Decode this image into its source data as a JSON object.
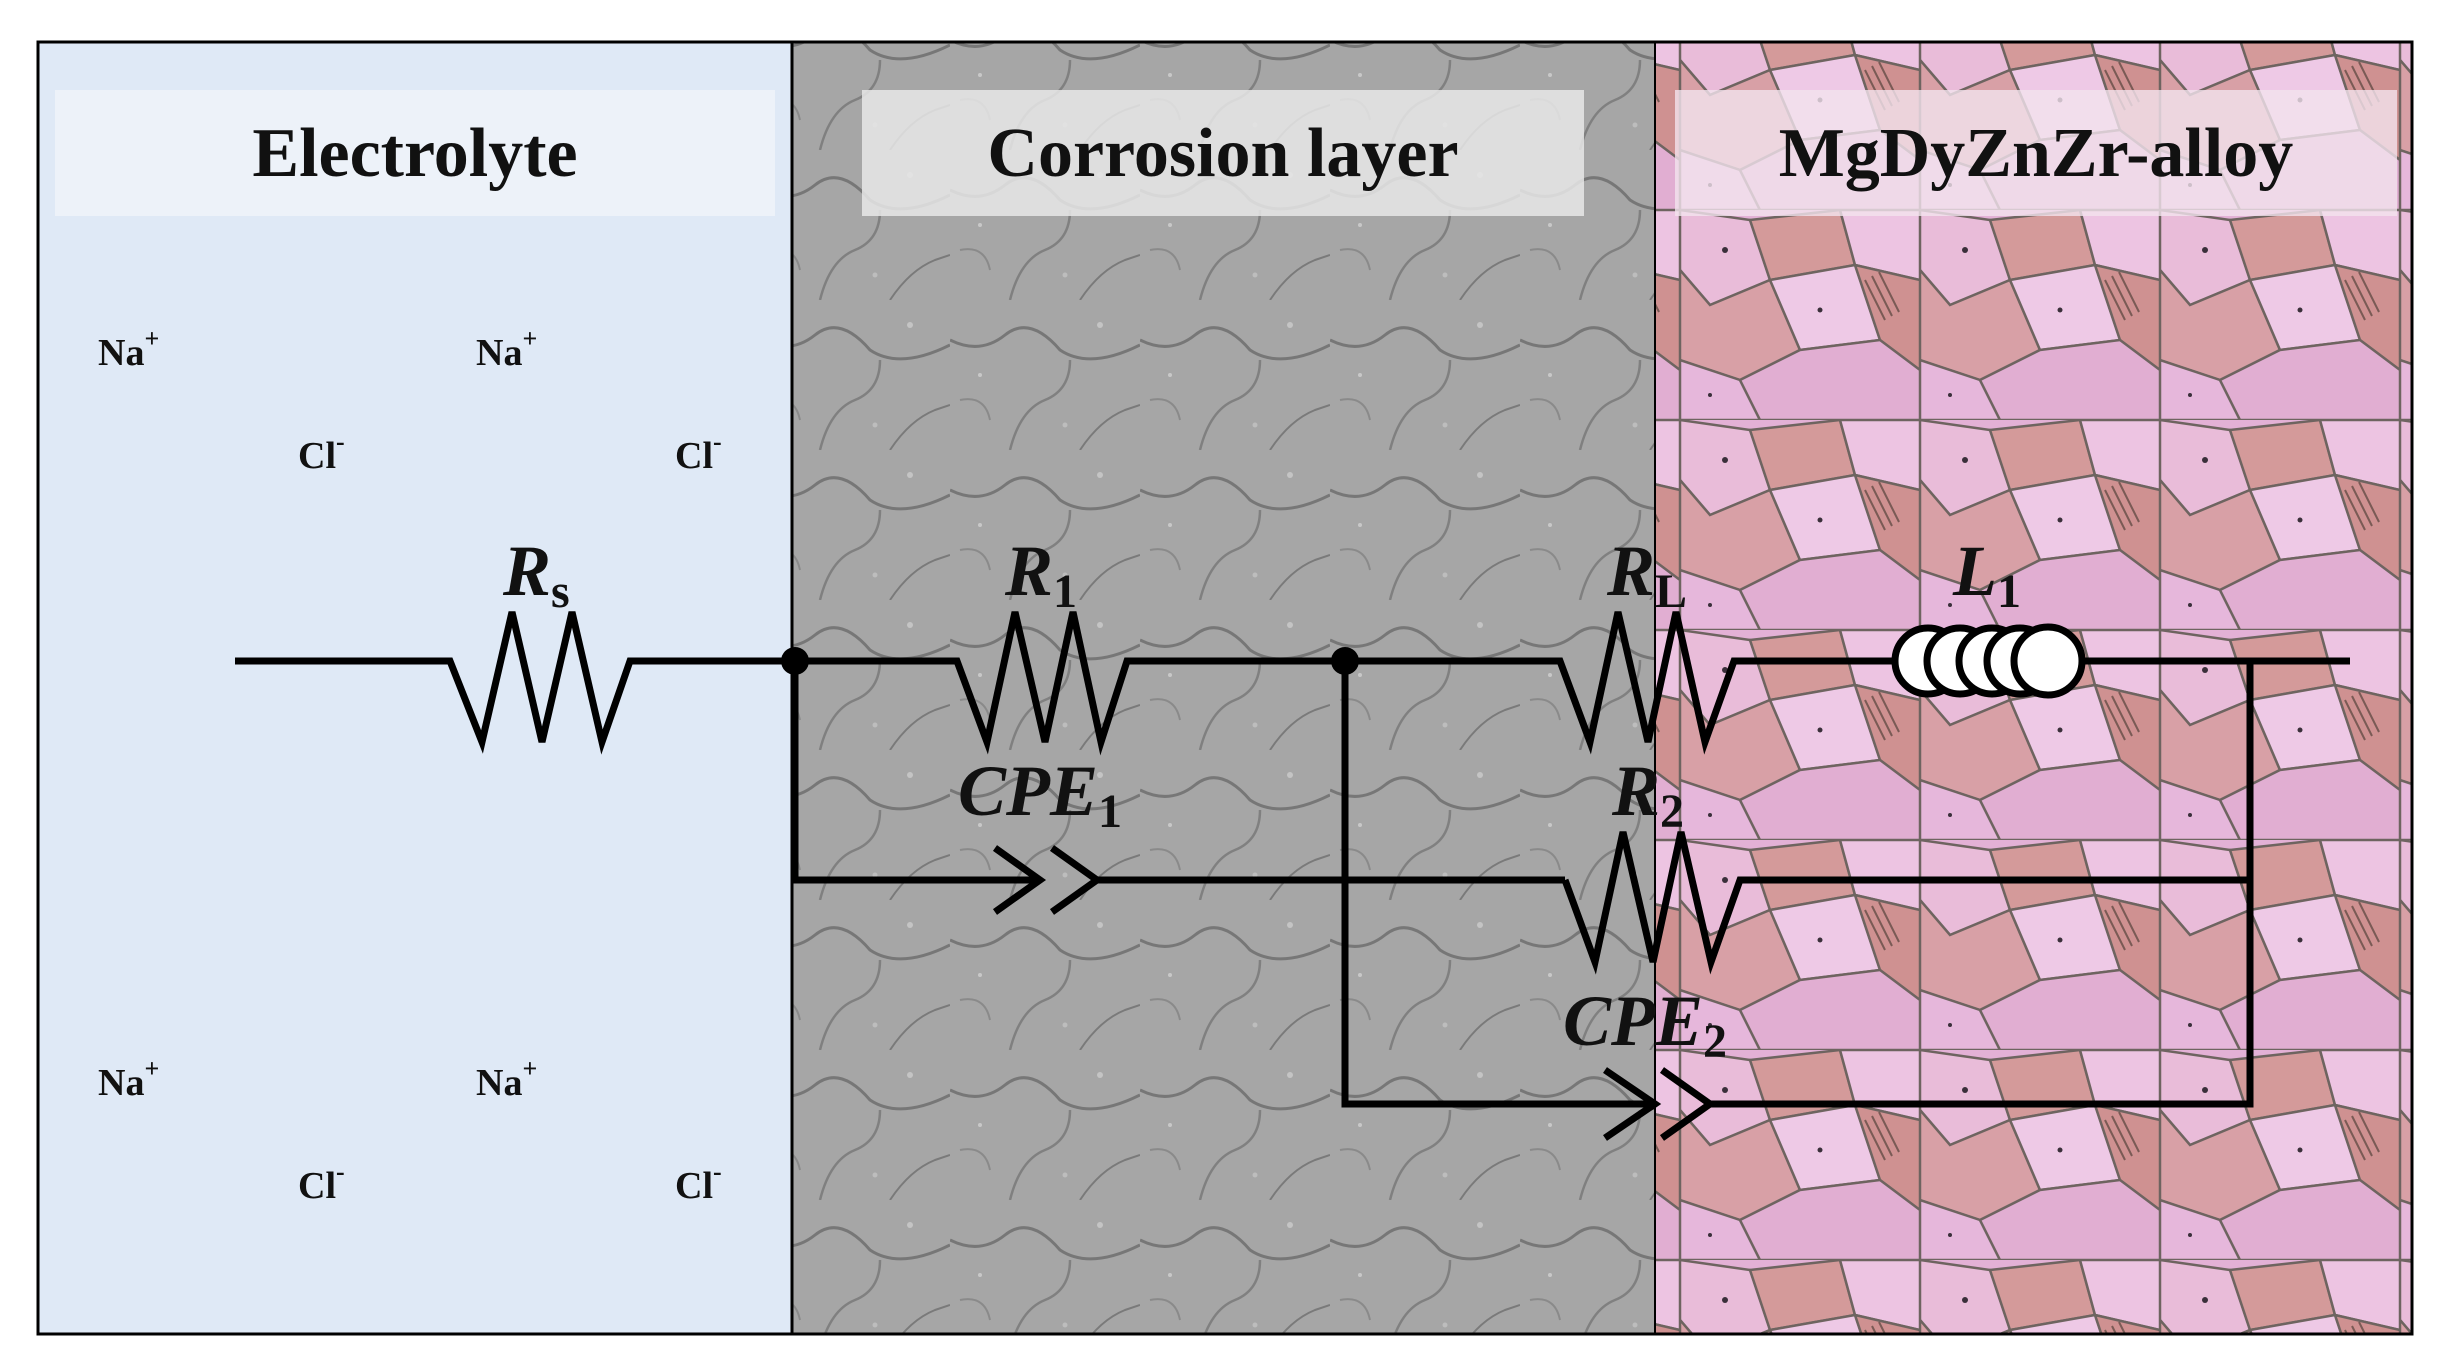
{
  "regions": {
    "electrolyte": {
      "label": "Electrolyte",
      "color": "#dfe9f6"
    },
    "corrosion_layer": {
      "label": "Corrosion layer",
      "color": "#a9a9a9"
    },
    "alloy": {
      "label": "MgDyZnZr-alloy",
      "color": "#d9a4c8"
    }
  },
  "ions": {
    "na": {
      "base": "Na",
      "sup": "+"
    },
    "cl": {
      "base": "Cl",
      "sup": "-"
    }
  },
  "components": {
    "rs": {
      "main": "R",
      "sub": "s"
    },
    "r1": {
      "main": "R",
      "sub": "1"
    },
    "rl": {
      "main": "R",
      "sub": "L"
    },
    "l1": {
      "main": "L",
      "sub": "1"
    },
    "cpe1": {
      "main": "CPE",
      "sub": "1"
    },
    "r2": {
      "main": "R",
      "sub": "2"
    },
    "cpe2": {
      "main": "CPE",
      "sub": "2"
    }
  }
}
